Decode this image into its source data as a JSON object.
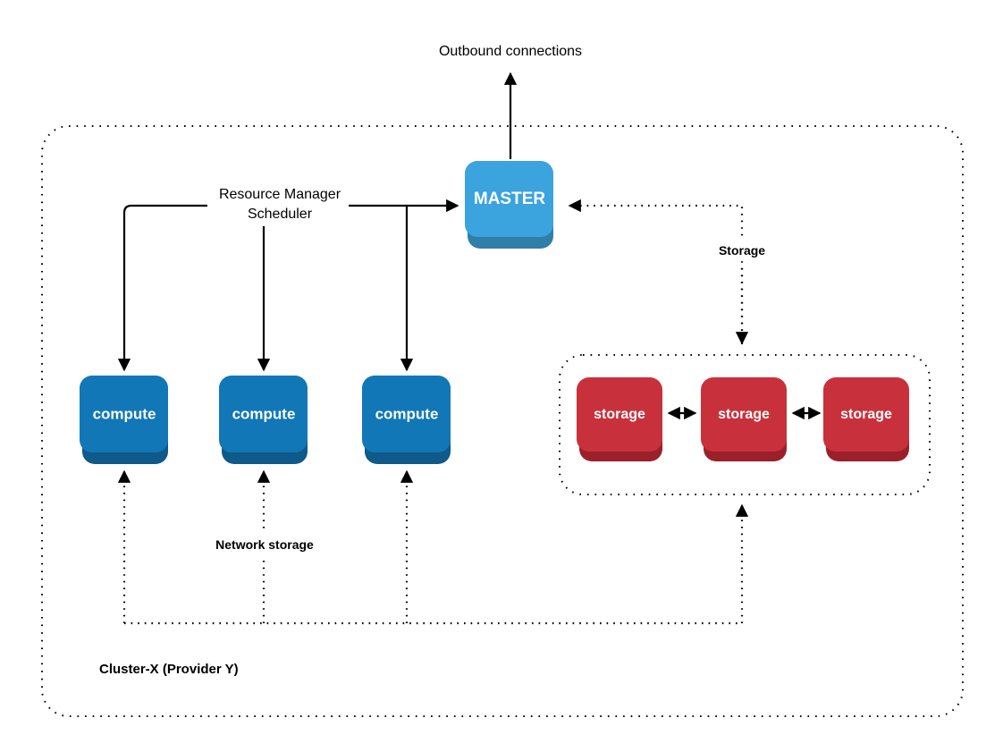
{
  "diagram": {
    "title_label": "Outbound connections",
    "zones": [
      {
        "id": "cluster",
        "label": "Cluster-X (Provider Y)"
      },
      {
        "id": "storage-group",
        "label": ""
      }
    ],
    "nodes": [
      {
        "id": "master",
        "label": "MASTER",
        "type": "master",
        "fill": "#3BA3DE",
        "shadow": "#2F7FA9"
      },
      {
        "id": "compute-1",
        "label": "compute",
        "type": "compute",
        "fill": "#1277B6",
        "shadow": "#0E5A8A"
      },
      {
        "id": "compute-2",
        "label": "compute",
        "type": "compute",
        "fill": "#1277B6",
        "shadow": "#0E5A8A"
      },
      {
        "id": "compute-3",
        "label": "compute",
        "type": "compute",
        "fill": "#1277B6",
        "shadow": "#0E5A8A"
      },
      {
        "id": "storage-1",
        "label": "storage",
        "type": "storage",
        "fill": "#C8313C",
        "shadow": "#9B2029"
      },
      {
        "id": "storage-2",
        "label": "storage",
        "type": "storage",
        "fill": "#C8313C",
        "shadow": "#9B2029"
      },
      {
        "id": "storage-3",
        "label": "storage",
        "type": "storage",
        "fill": "#C8313C",
        "shadow": "#9B2029"
      }
    ],
    "edge_labels": {
      "resource_manager_line1": "Resource Manager",
      "resource_manager_line2": "Scheduler",
      "storage": "Storage",
      "network_storage": "Network storage"
    },
    "colors": {
      "master_fill": "#3BA3DE",
      "compute_fill": "#1277B6",
      "storage_fill": "#C8313C",
      "line": "#000000",
      "background": "#ffffff"
    }
  }
}
